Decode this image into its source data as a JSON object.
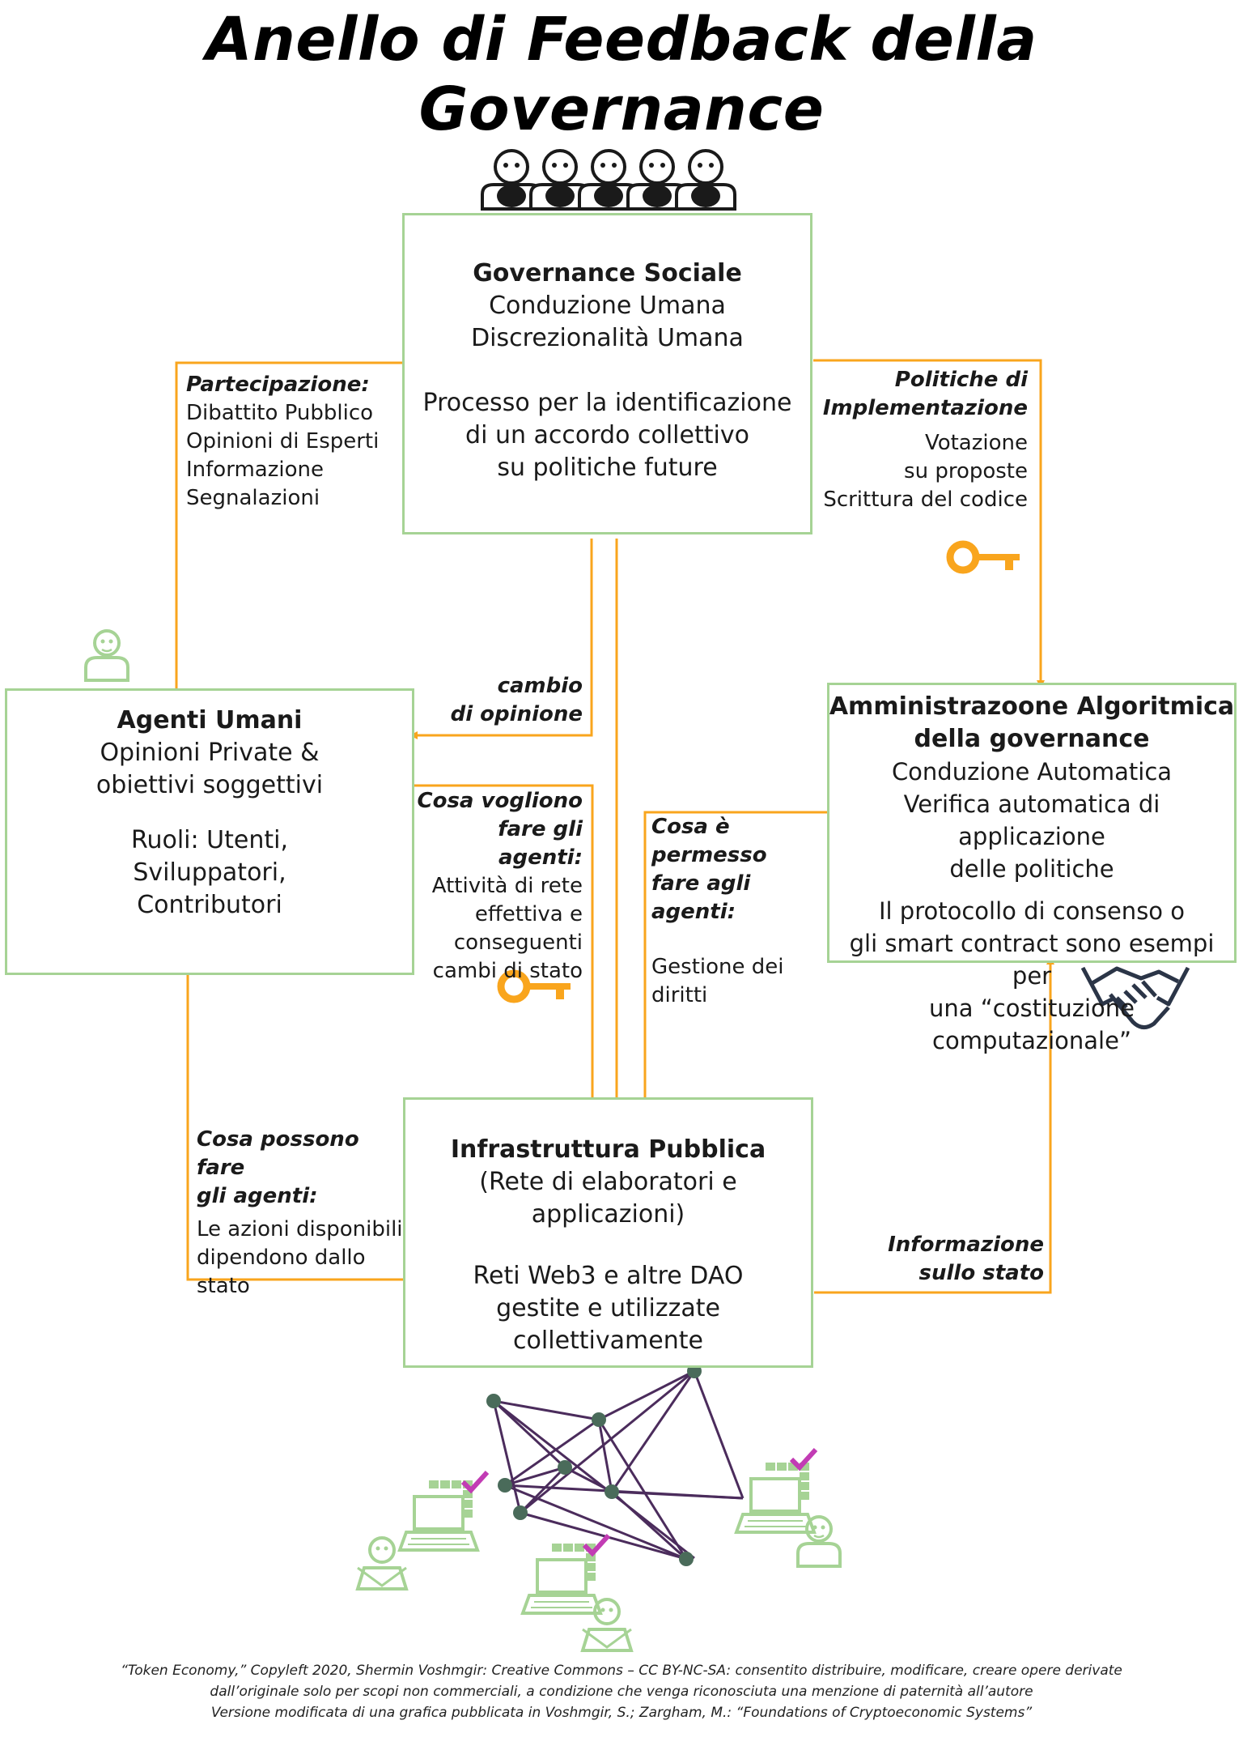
{
  "title": "Anello di Feedback della Governance",
  "colors": {
    "box_border": "#a6d395",
    "arrow": "#f9a51d",
    "key": "#f9a51d",
    "network_line": "#4b2c5c",
    "network_node": "#4a6b5a",
    "check": "#c23cb4"
  },
  "nodes": {
    "social": {
      "heading": "Governance Sociale",
      "line1": "Conduzione Umana",
      "line2": "Discrezionalità Umana",
      "body1": "Processo per la identificazione",
      "body2": "di un accordo collettivo",
      "body3": "su politiche future"
    },
    "agents": {
      "heading": "Agenti Umani",
      "line1": "Opinioni Private &",
      "line2": "obiettivi soggettivi",
      "body1": "Ruoli: Utenti,",
      "body2": "Sviluppatori,",
      "body3": "Contributori"
    },
    "algorithmic": {
      "heading1": "Amministrazoone Algoritmica",
      "heading2": "della governance",
      "line1": "Conduzione Automatica",
      "line2": "Verifica automatica di applicazione",
      "line3": "delle politiche",
      "body1": "Il protocollo di consenso o",
      "body2": "gli smart contract sono esempi per",
      "body3": "una “costituzione computazionale”"
    },
    "infra": {
      "heading": "Infrastruttura Pubblica",
      "line1": "(Rete di elaboratori e",
      "line2": "applicazioni)",
      "body1": "Reti Web3 e altre DAO",
      "body2": "gestite e utilizzate collettivamente"
    }
  },
  "labels": {
    "participation": {
      "heading": "Partecipazione:",
      "items": [
        "Dibattito Pubblico",
        "Opinioni di Esperti",
        "Informazione",
        "Segnalazioni"
      ]
    },
    "policies": {
      "heading1": "Politiche di",
      "heading2": "Implementazione",
      "items": [
        "Votazione",
        "su proposte",
        "Scrittura del codice"
      ]
    },
    "opinion_change": {
      "line1": "cambio",
      "line2": "di opinione"
    },
    "agents_want": {
      "heading1": "Cosa vogliono",
      "heading2": "fare gli agenti:",
      "items": [
        "Attività di rete",
        "effettiva e",
        "conseguenti",
        "cambi di stato"
      ]
    },
    "agents_allowed": {
      "heading1": "Cosa è permesso",
      "heading2": "fare agli agenti:",
      "items": [
        "Gestione dei",
        "diritti"
      ]
    },
    "agents_can": {
      "heading1": "Cosa possono fare",
      "heading2": "gli agenti:",
      "items": [
        "Le azioni disponibili",
        "dipendono dallo",
        "stato"
      ]
    },
    "state_info": {
      "line1": "Informazione",
      "line2": "sullo stato"
    }
  },
  "footer": {
    "line1": "“Token Economy,” Copyleft 2020, Shermin Voshmgir: Creative Commons – CC BY-NC-SA:  consentito distribuire, modificare, creare opere derivate",
    "line2": "dall’originale solo per scopi non commerciali, a condizione che venga riconosciuta una menzione di paternità all’autore",
    "line3": "Versione modificata di una grafica pubblicata in Voshmgir, S.; Zargham, M.: “Foundations of Cryptoeconomic Systems”"
  }
}
